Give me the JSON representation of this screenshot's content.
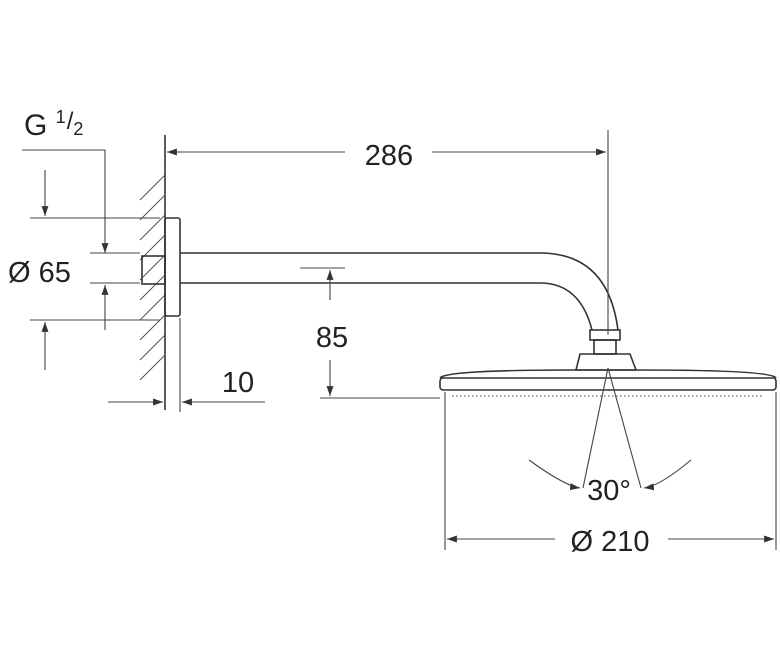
{
  "labels": {
    "thread_prefix": "G ",
    "thread_num": "1",
    "thread_slash": "/",
    "thread_den": "2",
    "flange_diameter": "Ø 65",
    "arm_length": "286",
    "drop_height": "85",
    "wall_offset": "10",
    "spray_angle": "30°",
    "head_diameter": "Ø 210"
  }
}
